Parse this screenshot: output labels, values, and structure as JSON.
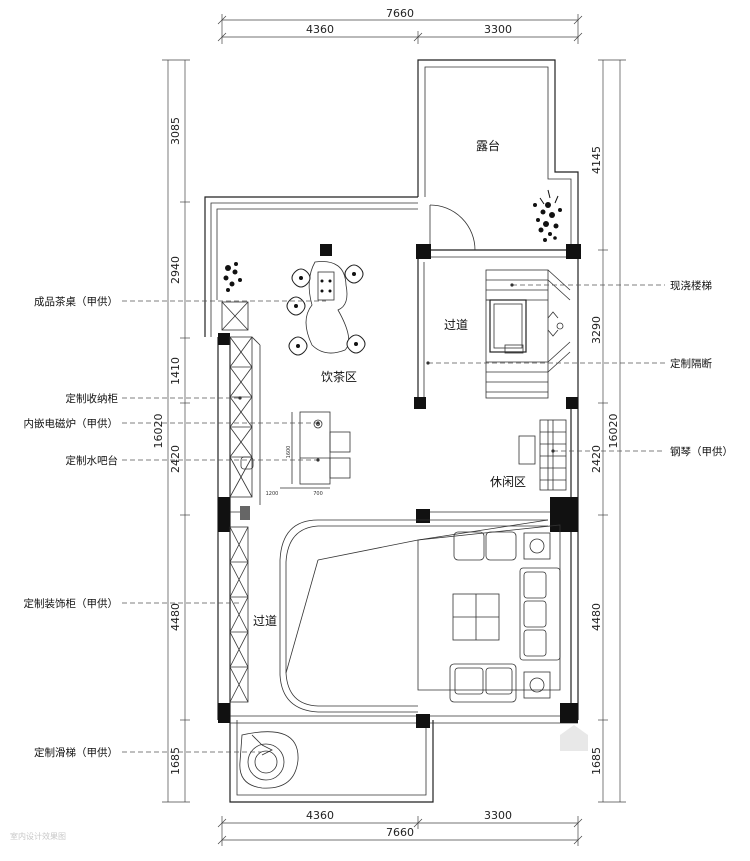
{
  "dimensions": {
    "top_total": "7660",
    "top_left": "4360",
    "top_right": "3300",
    "bottom_total": "7660",
    "bottom_left": "4360",
    "bottom_right": "3300",
    "left_1": "3085",
    "left_2": "2940",
    "left_3": "1410",
    "left_total": "16020",
    "left_4": "2420",
    "left_5": "4480",
    "left_6": "1685",
    "right_1": "4145",
    "right_2": "3290",
    "right_total": "16020",
    "right_3": "2420",
    "right_4": "4480",
    "right_5": "1685"
  },
  "rooms": {
    "terrace": "露台",
    "tea_area": "饮茶区",
    "corridor_upper": "过道",
    "lounge": "休闲区",
    "corridor_lower": "过道"
  },
  "callouts_left": [
    "成品茶桌（甲供）",
    "定制收纳柜",
    "内嵌电磁炉（甲供）",
    "定制水吧台",
    "定制装饰柜（甲供）",
    "定制滑梯（甲供）"
  ],
  "callouts_right": [
    "现浇楼梯",
    "定制隔断",
    "钢琴（甲供）"
  ],
  "furniture_dims": {
    "bar_width": "1200",
    "bar_depth": "700",
    "bar_height": "1600"
  },
  "watermark": "室内设计效果图"
}
